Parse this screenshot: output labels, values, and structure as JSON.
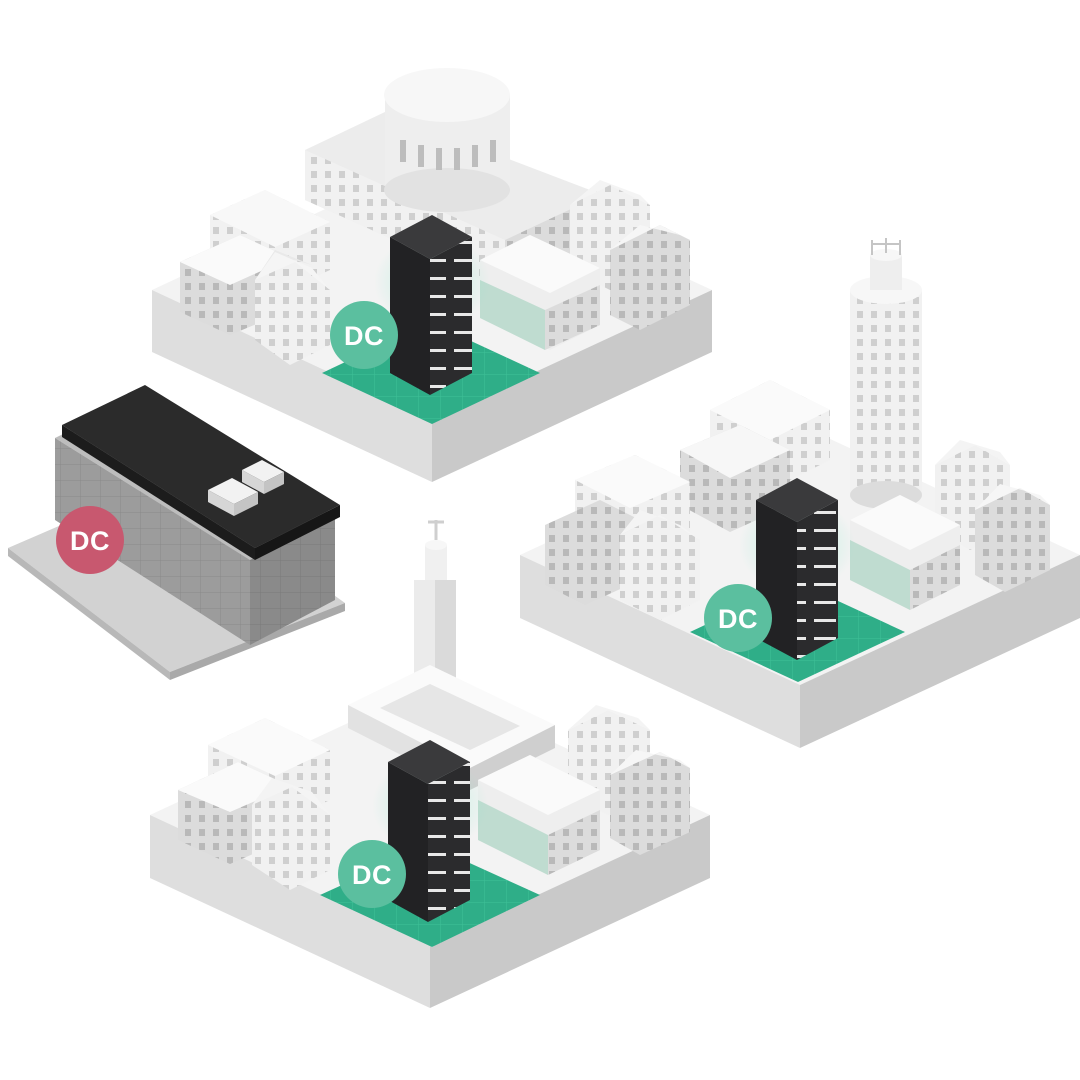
{
  "badges": {
    "top_block": "DC",
    "left_building": "DC",
    "right_block": "DC",
    "bottom_block": "DC"
  },
  "colors": {
    "background": "#ffffff",
    "green_badge": "#5bbf9f",
    "red_badge": "#c8586f",
    "green_plaza": "#2fae88",
    "server_tower": "#2b2b2d",
    "building_light": "#f2f2f2",
    "building_shade": "#d9d9d9"
  },
  "icons": {
    "tower": "server-tower-icon",
    "standalone": "standalone-datacenter-icon"
  }
}
